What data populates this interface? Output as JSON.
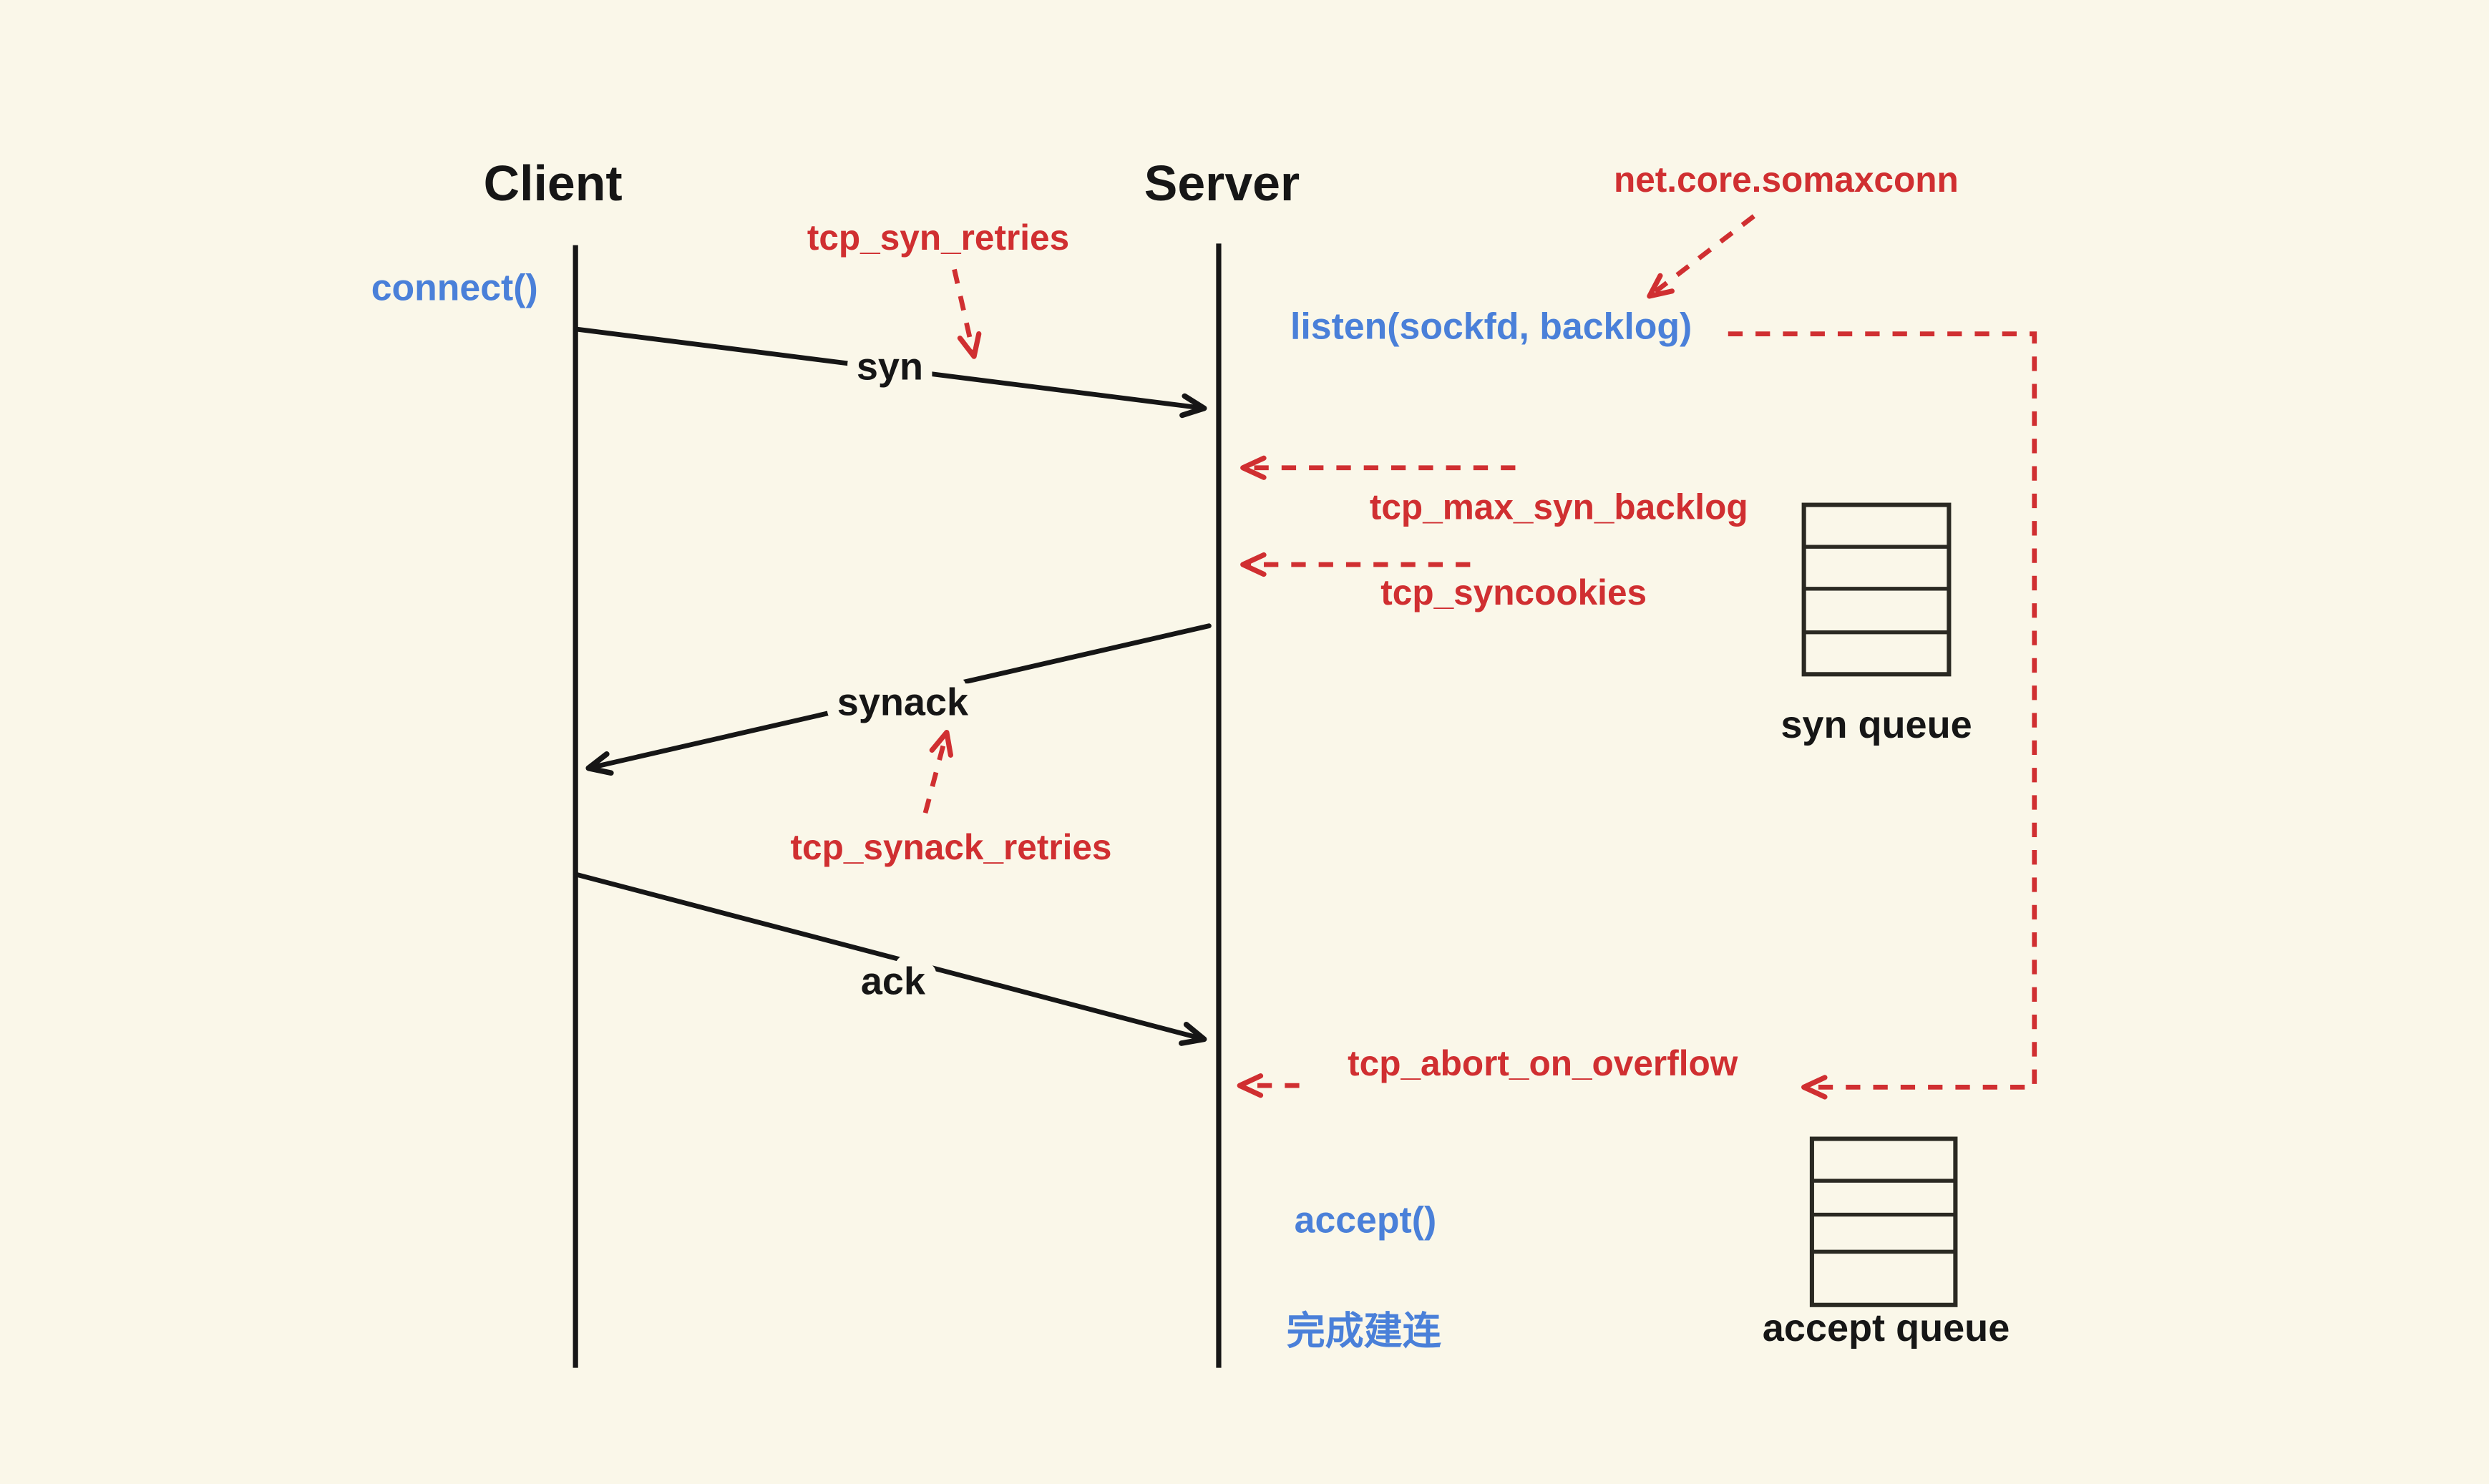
{
  "diagram": {
    "background_color": "#faf7e9",
    "colors": {
      "accent_red": "#d02f31",
      "accent_blue": "#4a80d9",
      "ink_black": "#161616"
    },
    "actors": {
      "client": "Client",
      "server": "Server"
    },
    "client_side": {
      "connect_call": "connect()"
    },
    "server_side": {
      "listen_call": "listen(sockfd, backlog)",
      "accept_call": "accept()",
      "established_note": "完成建连"
    },
    "messages": {
      "syn": "syn",
      "synack": "synack",
      "ack": "ack"
    },
    "kernel_params": {
      "tcp_syn_retries": "tcp_syn_retries",
      "net_core_somaxconn": "net.core.somaxconn",
      "tcp_max_syn_backlog": "tcp_max_syn_backlog",
      "tcp_syncookies": "tcp_syncookies",
      "tcp_synack_retries": "tcp_synack_retries",
      "tcp_abort_on_overflow": "tcp_abort_on_overflow"
    },
    "queues": {
      "syn_queue": {
        "label": "syn queue",
        "slots": 4
      },
      "accept_queue": {
        "label": "accept queue",
        "slots": 4
      }
    }
  }
}
